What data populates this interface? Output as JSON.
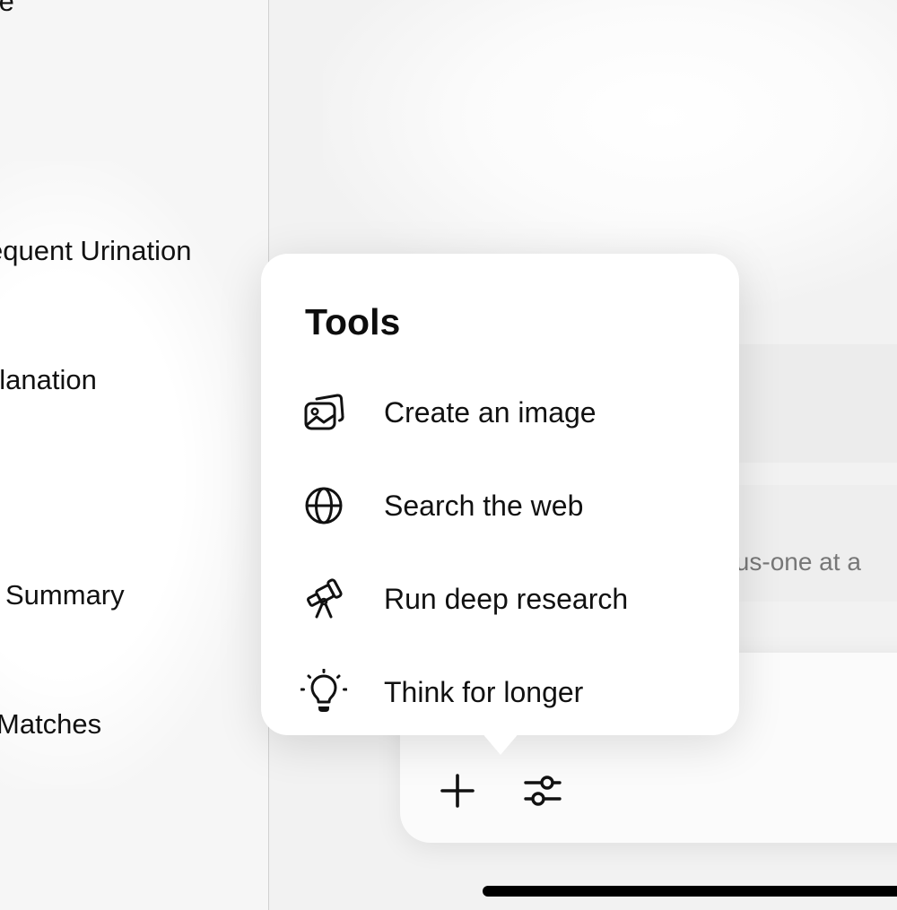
{
  "sidebar": {
    "items": [
      {
        "label": "te"
      },
      {
        "label": "equent Urination"
      },
      {
        "label": "planation"
      },
      {
        "label": "Summary"
      },
      {
        "label": "Matches"
      }
    ]
  },
  "main": {
    "suggestions": [
      {
        "text": ""
      },
      {
        "text": "plus-one at a"
      }
    ]
  },
  "tools_popover": {
    "title": "Tools",
    "items": [
      {
        "label": "Create an image",
        "icon": "images-icon"
      },
      {
        "label": "Search the web",
        "icon": "globe-icon"
      },
      {
        "label": "Run deep research",
        "icon": "telescope-icon"
      },
      {
        "label": "Think for longer",
        "icon": "lightbulb-icon"
      }
    ]
  },
  "composer": {
    "buttons": [
      {
        "icon": "plus-icon"
      },
      {
        "icon": "sliders-icon"
      }
    ]
  }
}
